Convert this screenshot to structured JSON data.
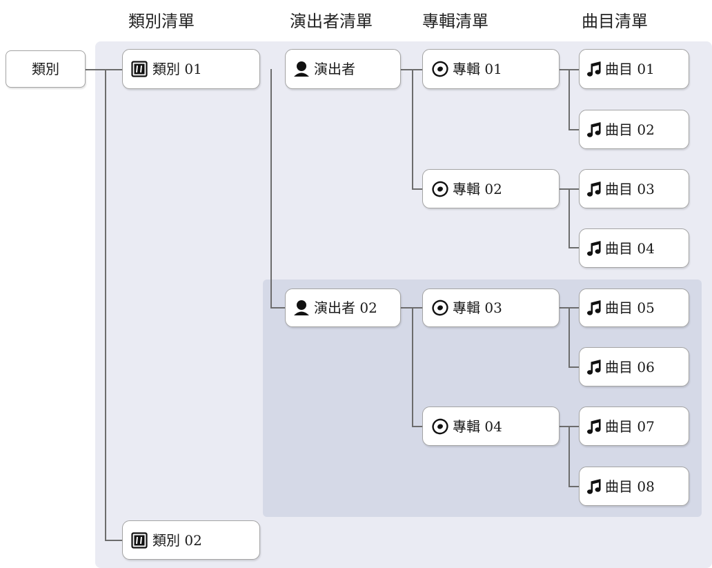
{
  "headers": {
    "category_list": "類別清單",
    "performer_list": "演出者清單",
    "album_list": "專輯清單",
    "track_list": "曲目清單"
  },
  "root": {
    "label": "類別"
  },
  "categories": [
    {
      "label": "類別 01",
      "icon": "category-icon"
    },
    {
      "label": "類別 02",
      "icon": "category-icon"
    }
  ],
  "performers": [
    {
      "label": "演出者",
      "icon": "performer-icon"
    },
    {
      "label": "演出者 02",
      "icon": "performer-icon"
    }
  ],
  "albums": [
    {
      "label": "專輯 01",
      "icon": "album-disc-icon"
    },
    {
      "label": "專輯 02",
      "icon": "album-disc-icon"
    },
    {
      "label": "專輯 03",
      "icon": "album-disc-icon"
    },
    {
      "label": "專輯 04",
      "icon": "album-disc-icon"
    }
  ],
  "tracks": [
    {
      "label": "曲目 01",
      "icon": "music-note-icon"
    },
    {
      "label": "曲目 02",
      "icon": "music-note-icon"
    },
    {
      "label": "曲目 03",
      "icon": "music-note-icon"
    },
    {
      "label": "曲目 04",
      "icon": "music-note-icon"
    },
    {
      "label": "曲目 05",
      "icon": "music-note-icon"
    },
    {
      "label": "曲目 06",
      "icon": "music-note-icon"
    },
    {
      "label": "曲目 07",
      "icon": "music-note-icon"
    },
    {
      "label": "曲目 08",
      "icon": "music-note-icon"
    }
  ],
  "colors": {
    "outer_panel": "#eaebf3",
    "inner_panel": "#d5d9e7",
    "connector": "#6c6c6c",
    "node_border": "#a3a3a3"
  }
}
